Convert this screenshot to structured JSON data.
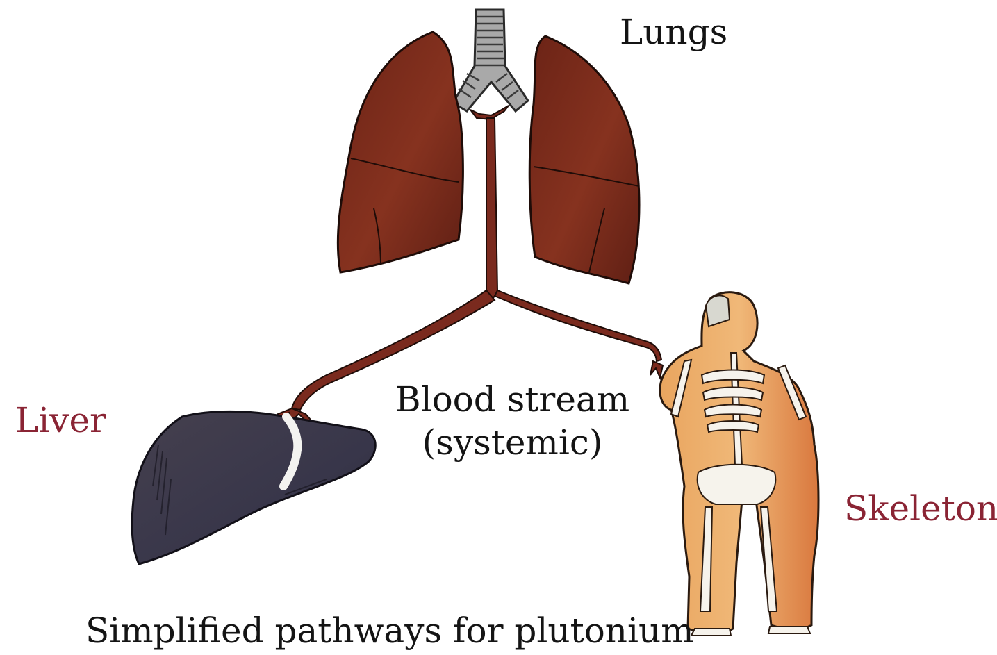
{
  "diagram": {
    "caption": "Simplified pathways for plutonium",
    "labels": {
      "lungs": "Lungs",
      "blood_line1": "Blood stream",
      "blood_line2": "(systemic)",
      "liver": "Liver",
      "skeleton": "Skeleton"
    }
  },
  "colors": {
    "label_dark": "#141414",
    "label_accent": "#8a2434",
    "vessel": "#7a2a1e",
    "lung": "#7b2a1c",
    "liver": "#3c3a48",
    "body_skin": "#e8a060",
    "bone": "#f6f3ec"
  },
  "icons": {
    "trachea": "trachea-icon",
    "lungs": "lungs-icon",
    "liver": "liver-icon",
    "skeleton_figure": "skeleton-figure-icon",
    "vessels": "blood-vessel-icon"
  }
}
